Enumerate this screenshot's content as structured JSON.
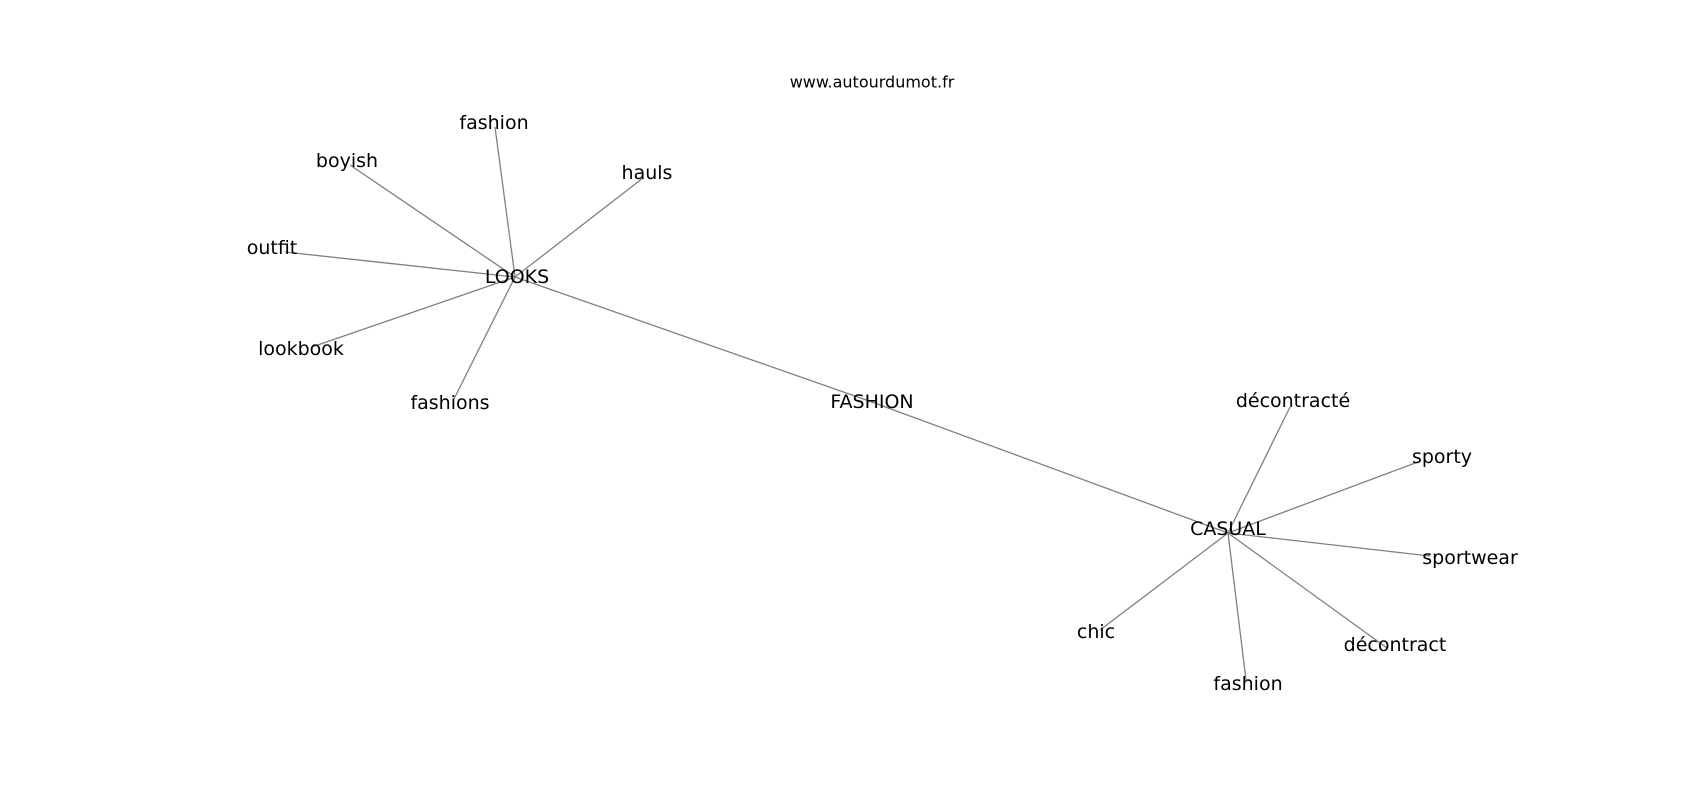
{
  "watermark": "www.autourdumot.fr",
  "graph": {
    "center": "FASHION",
    "nodes": [
      {
        "id": "fashion_center",
        "label": "FASHION"
      },
      {
        "id": "looks",
        "label": "LOOKS"
      },
      {
        "id": "casual",
        "label": "CASUAL"
      },
      {
        "id": "looks_fashion",
        "label": "fashion"
      },
      {
        "id": "boyish",
        "label": "boyish"
      },
      {
        "id": "hauls",
        "label": "hauls"
      },
      {
        "id": "outfit",
        "label": "outfit"
      },
      {
        "id": "lookbook",
        "label": "lookbook"
      },
      {
        "id": "fashions",
        "label": "fashions"
      },
      {
        "id": "decontracte",
        "label": "décontracté"
      },
      {
        "id": "sporty",
        "label": "sporty"
      },
      {
        "id": "sportwear",
        "label": "sportwear"
      },
      {
        "id": "chic",
        "label": "chic"
      },
      {
        "id": "decontract",
        "label": "décontract"
      },
      {
        "id": "casual_fashion",
        "label": "fashion"
      }
    ],
    "edges": [
      [
        "looks",
        "fashion_center"
      ],
      [
        "fashion_center",
        "casual"
      ],
      [
        "looks",
        "looks_fashion"
      ],
      [
        "looks",
        "boyish"
      ],
      [
        "looks",
        "hauls"
      ],
      [
        "looks",
        "outfit"
      ],
      [
        "looks",
        "lookbook"
      ],
      [
        "looks",
        "fashions"
      ],
      [
        "casual",
        "decontracte"
      ],
      [
        "casual",
        "sporty"
      ],
      [
        "casual",
        "sportwear"
      ],
      [
        "casual",
        "chic"
      ],
      [
        "casual",
        "decontract"
      ],
      [
        "casual",
        "casual_fashion"
      ]
    ]
  }
}
